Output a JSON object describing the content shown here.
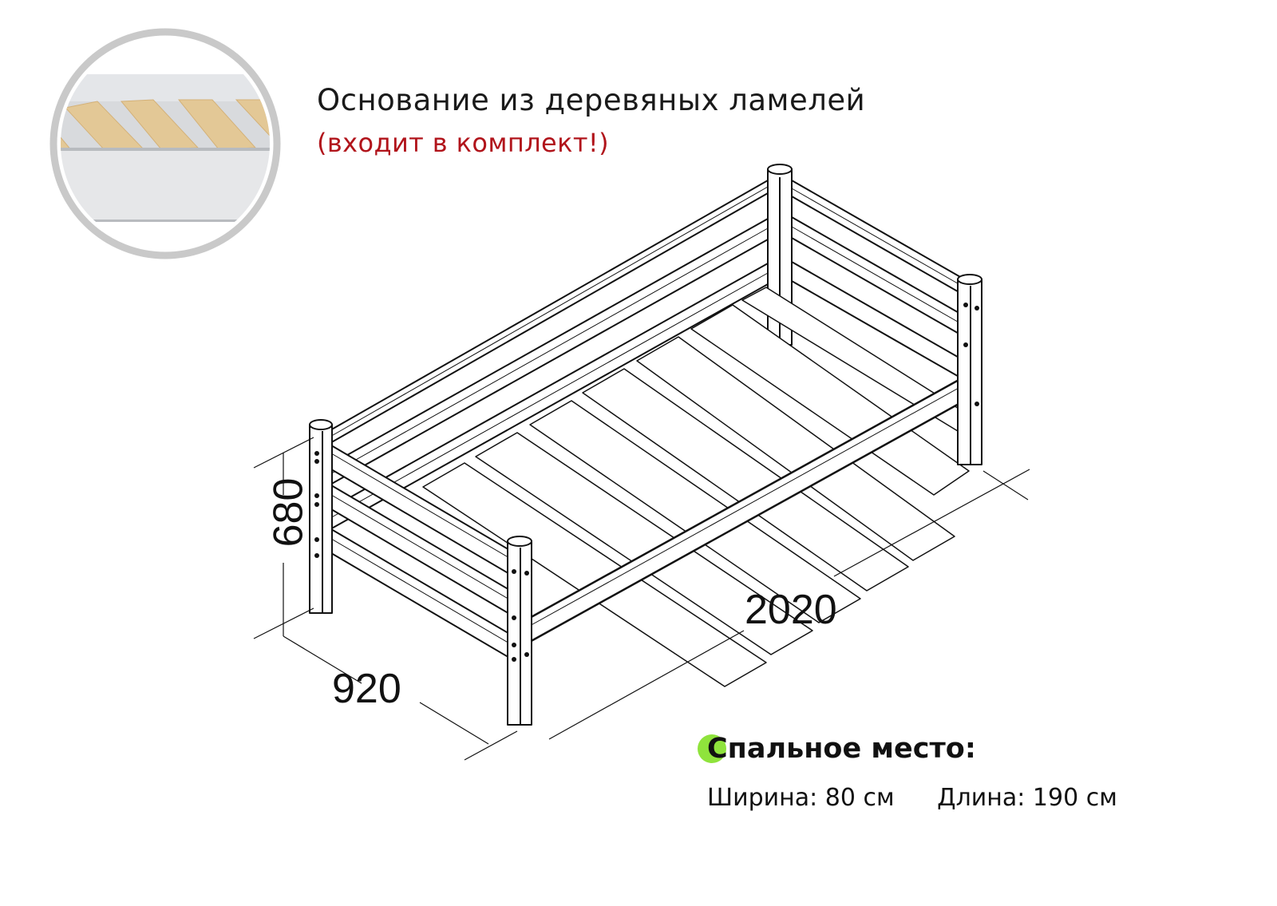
{
  "header": {
    "title": "Основание из деревяных ламелей",
    "subtitle": "(входит в комплект!)",
    "subtitle_color": "#b1141b"
  },
  "inset": {
    "icon": "wooden-slats-closeup-photo",
    "ring_color": "#c9c9c9",
    "slat_color": "#e3c896"
  },
  "dimensions": {
    "height": "680",
    "width": "920",
    "length": "2020"
  },
  "sleeping_area": {
    "title": "Спальное место:",
    "accent_color": "#8fe33c",
    "width_label": "Ширина: 80 см",
    "length_label": "Длина: 190 см"
  }
}
